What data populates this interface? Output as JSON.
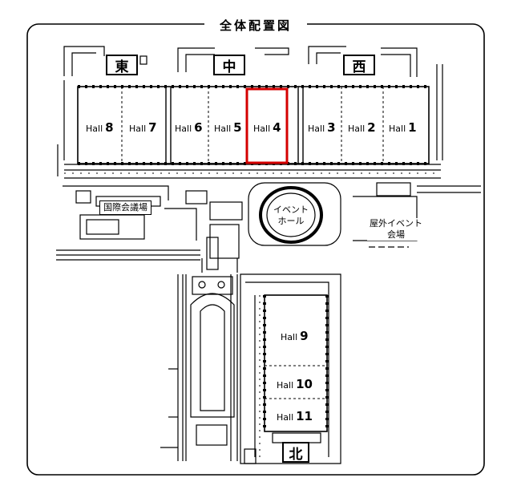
{
  "title": "全体配置図",
  "directions": {
    "east": "東",
    "center": "中",
    "west": "西",
    "north": "北"
  },
  "halls": [
    {
      "id": "8",
      "word": "Hall",
      "number": "8",
      "highlighted": false
    },
    {
      "id": "7",
      "word": "Hall",
      "number": "7",
      "highlighted": false
    },
    {
      "id": "6",
      "word": "Hall",
      "number": "6",
      "highlighted": false
    },
    {
      "id": "5",
      "word": "Hall",
      "number": "5",
      "highlighted": false
    },
    {
      "id": "4",
      "word": "Hall",
      "number": "4",
      "highlighted": true
    },
    {
      "id": "3",
      "word": "Hall",
      "number": "3",
      "highlighted": false
    },
    {
      "id": "2",
      "word": "Hall",
      "number": "2",
      "highlighted": false
    },
    {
      "id": "1",
      "word": "Hall",
      "number": "1",
      "highlighted": false
    },
    {
      "id": "9",
      "word": "Hall",
      "number": "9",
      "highlighted": false
    },
    {
      "id": "10",
      "word": "Hall",
      "number": "10",
      "highlighted": false
    },
    {
      "id": "11",
      "word": "Hall",
      "number": "11",
      "highlighted": false
    }
  ],
  "facilities": {
    "conference": "国際会議場",
    "event_hall_line1": "イベント",
    "event_hall_line2": "ホール",
    "outdoor_line1": "屋外イベント",
    "outdoor_line2": "会場"
  },
  "colors": {
    "line": "#000000",
    "highlight": "#d40000",
    "background": "#ffffff"
  }
}
